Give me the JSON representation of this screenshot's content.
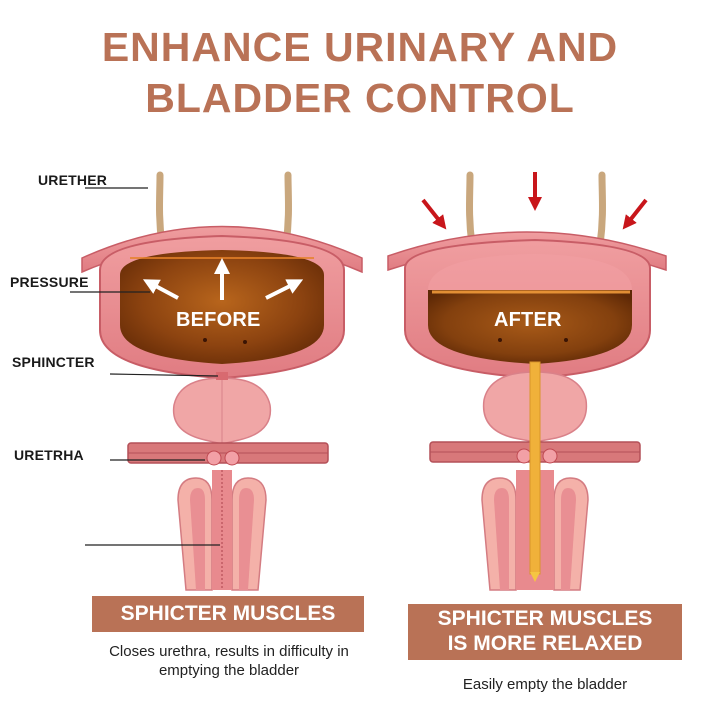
{
  "title": {
    "line1": "ENHANCE URINARY AND",
    "line2": "BLADDER CONTROL"
  },
  "labels": {
    "urether": "URETHER",
    "pressure": "PRESSURE",
    "sphincter": "SPHINCTER",
    "uretrha": "URETRHA"
  },
  "before": {
    "state": "BEFORE",
    "banner": "SPHICTER MUSCLES",
    "description": "Closes urethra, results in difficulty in emptying the bladder"
  },
  "after": {
    "state": "AFTER",
    "banner_line1": "SPHICTER MUSCLES",
    "banner_line2": "IS MORE RELAXED",
    "description": "Easily empty the bladder"
  },
  "colors": {
    "accent": "#b97256",
    "bladder_wall": "#e88a8e",
    "bladder_fluid": "#9b4a14",
    "prostate": "#f0a6a6",
    "urine_stream": "#f0b13a",
    "arrow_red": "#c8161b"
  }
}
